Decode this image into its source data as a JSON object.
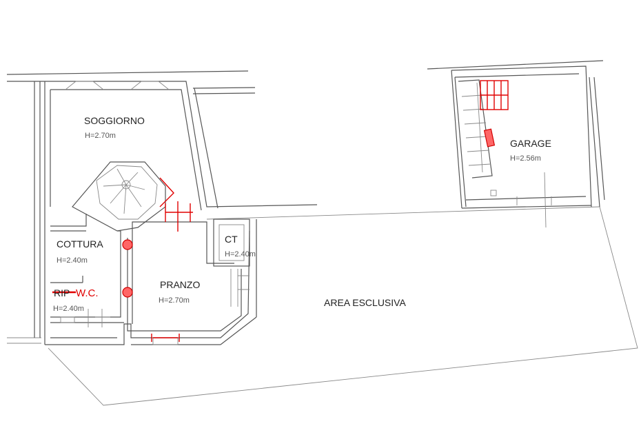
{
  "rooms": {
    "soggiorno": {
      "name": "SOGGIORNO",
      "height": "H=2.70m"
    },
    "cottura": {
      "name": "COTTURA",
      "height": "H=2.40m"
    },
    "rip": {
      "name": "RIP",
      "height": "H=2.40m"
    },
    "wc": {
      "name": "W.C."
    },
    "pranzo": {
      "name": "PRANZO",
      "height": "H=2.70m"
    },
    "ct": {
      "name": "CT",
      "height": "H=2.40m"
    },
    "garage": {
      "name": "GARAGE",
      "height": "H=2.56m"
    },
    "area": {
      "name": "AREA ESCLUSIVA"
    }
  },
  "colors": {
    "annotation": "#e00000",
    "wall": "#555555",
    "marker_fill": "#ff6666"
  }
}
